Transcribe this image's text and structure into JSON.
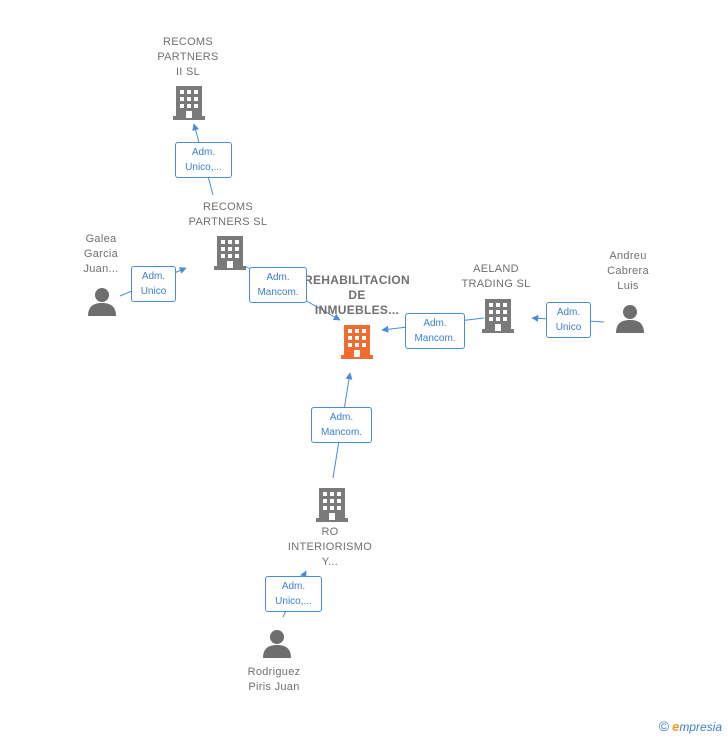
{
  "nodes": {
    "recoms_partners_ii": {
      "label": "RECOMS\nPARTNERS\nII  SL"
    },
    "recoms_partners": {
      "label": "RECOMS\nPARTNERS  SL"
    },
    "galea": {
      "label": "Galea\nGarcia\nJuan..."
    },
    "main": {
      "label": "REHABILITACION\nDE\nINMUEBLES..."
    },
    "aeland": {
      "label": "AELAND\nTRADING  SL"
    },
    "andreu": {
      "label": "Andreu\nCabrera\nLuis"
    },
    "ro_interiorismo": {
      "label": "RO\nINTERIORISMO\nY..."
    },
    "rodriguez": {
      "label": "Rodriguez\nPiris Juan"
    }
  },
  "edges": {
    "e1": {
      "label": "Adm.\nUnico,..."
    },
    "e2": {
      "label": "Adm.\nUnico"
    },
    "e3": {
      "label": "Adm.\nMancom."
    },
    "e4": {
      "label": "Adm.\nMancom."
    },
    "e5": {
      "label": "Adm.\nUnico"
    },
    "e6": {
      "label": "Adm.\nMancom."
    },
    "e7": {
      "label": "Adm.\nUnico,..."
    }
  },
  "brand": {
    "copyright": "©",
    "name_initial": "e",
    "name_rest": "mpresia"
  },
  "colors": {
    "edge": "#4a8dd6",
    "company": "#7a7a7a",
    "main_company": "#f26b2f",
    "person": "#6e6e6e"
  }
}
